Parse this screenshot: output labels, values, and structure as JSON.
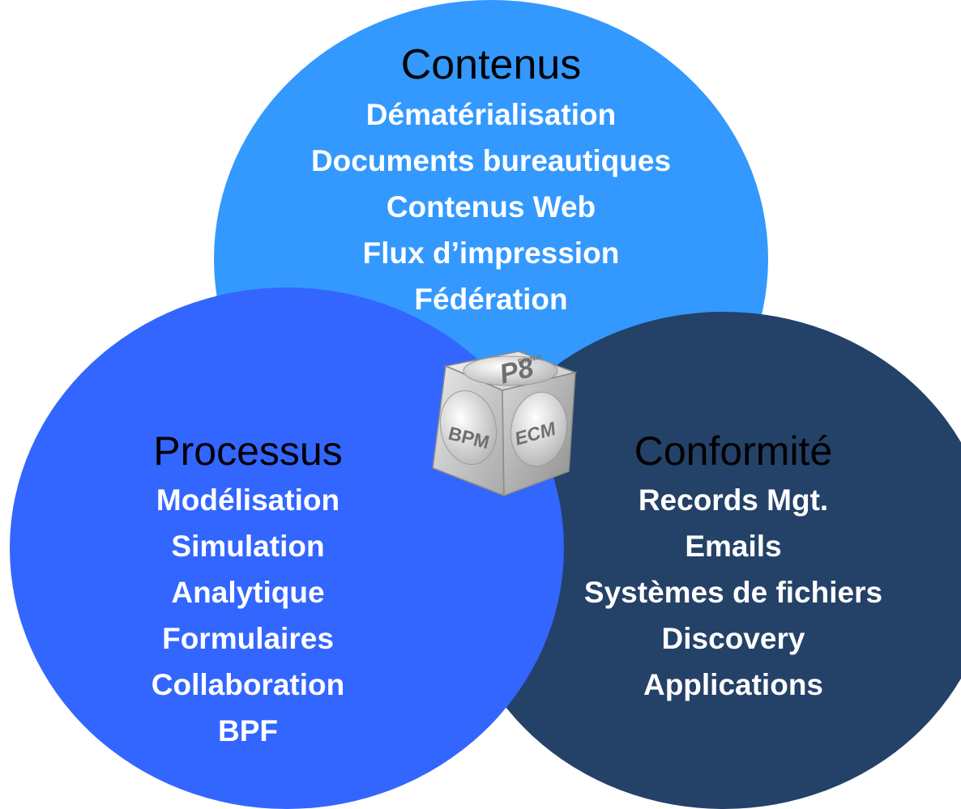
{
  "colors": {
    "contenus_circle": "#3399FF",
    "processus_circle": "#3366FF",
    "conformite_circle": "#244168",
    "title_text": "#000000",
    "item_text": "#FFFFFF"
  },
  "contenus": {
    "title": "Contenus",
    "items": [
      "Dématérialisation",
      "Documents bureautiques",
      "Contenus Web",
      "Flux d’impression",
      "Fédération"
    ]
  },
  "processus": {
    "title": "Processus",
    "items": [
      "Modélisation",
      "Simulation",
      "Analytique",
      "Formulaires",
      "Collaboration",
      "BPF"
    ]
  },
  "conformite": {
    "title": "Conformité",
    "items": [
      "Records Mgt.",
      "Emails",
      "Systèmes de fichiers",
      "Discovery",
      "Applications"
    ]
  },
  "cube": {
    "icon": "filenet-p8-cube-icon",
    "brand": "FileNet",
    "top_face": "P8",
    "left_face": "BPM",
    "right_face": "ECM"
  }
}
